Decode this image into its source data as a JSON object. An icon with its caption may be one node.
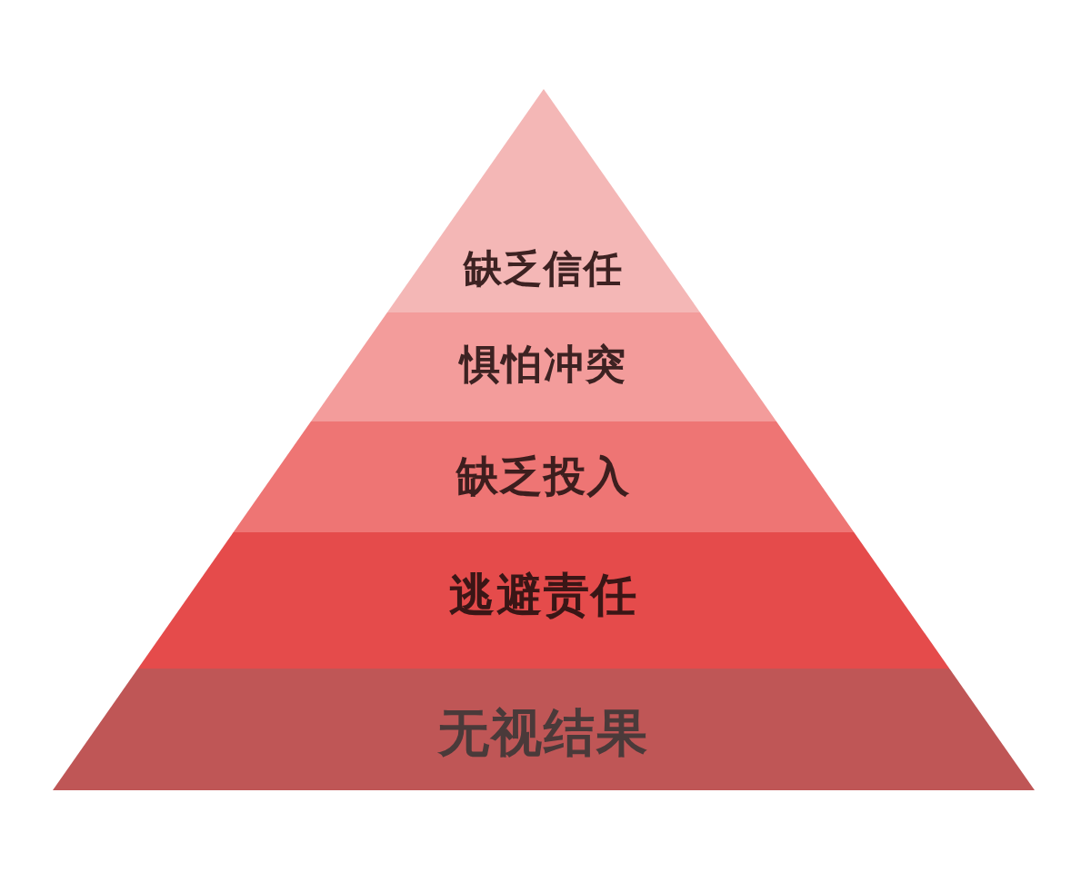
{
  "diagram": {
    "nodes": [
      {
        "text": [
          "缺乏信任"
        ]
      },
      {
        "text": [
          "惧怕冲突"
        ]
      },
      {
        "text": [
          "缺乏投入"
        ]
      },
      {
        "text": [
          "逃避责任"
        ]
      },
      {
        "text": [
          "无视结果"
        ]
      }
    ]
  }
}
